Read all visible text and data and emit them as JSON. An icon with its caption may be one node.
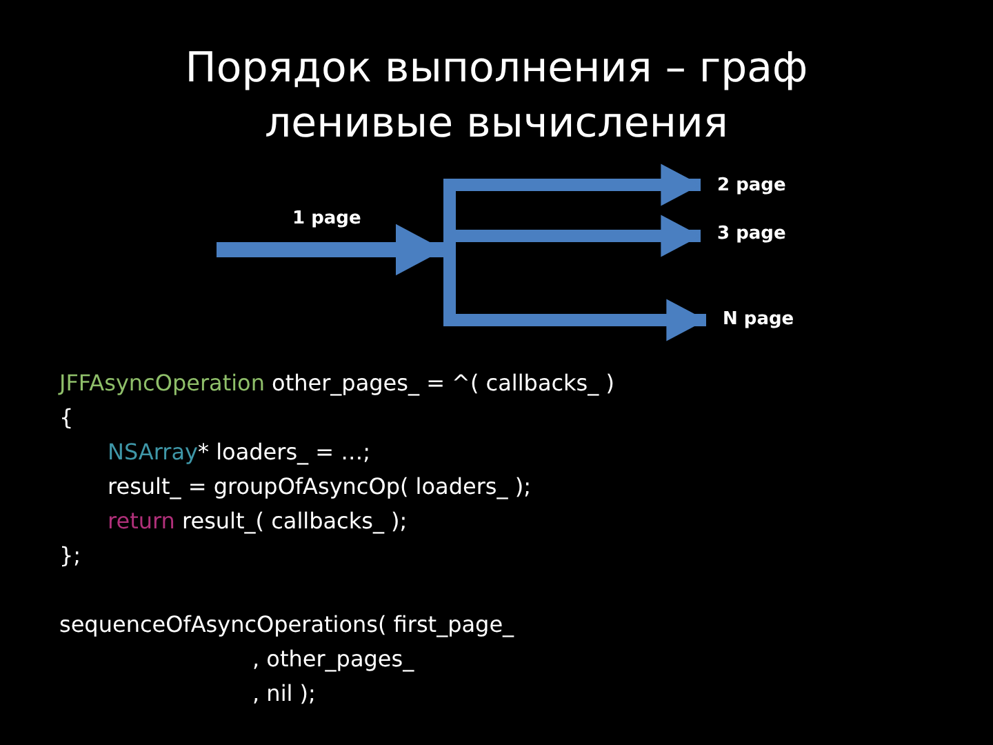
{
  "diagram": {
    "title": "Порядок выполнения – граф ленивые вычисления",
    "nodes": [
      {
        "text": [
          "2 page"
        ]
      },
      {
        "text": [
          "3 page"
        ]
      },
      {
        "text": [
          "N page"
        ]
      }
    ],
    "edges": [
      {
        "from": null,
        "to": 0,
        "arrow": "to",
        "label": "1 page"
      },
      {
        "from": null,
        "to": 1,
        "arrow": "to"
      },
      {
        "from": null,
        "to": 2,
        "arrow": "to"
      }
    ],
    "labels": [
      "JFFAsyncOperation other_pages_ = ^( callbacks_ )",
      "{",
      "NSArray* loaders_ = …;",
      "result_ = groupOfAsyncOp( loaders_ );",
      "return result_( callbacks_ );",
      "};",
      "sequenceOfAsyncOperations( first_page_",
      ", other_pages_",
      ", nil );"
    ]
  }
}
